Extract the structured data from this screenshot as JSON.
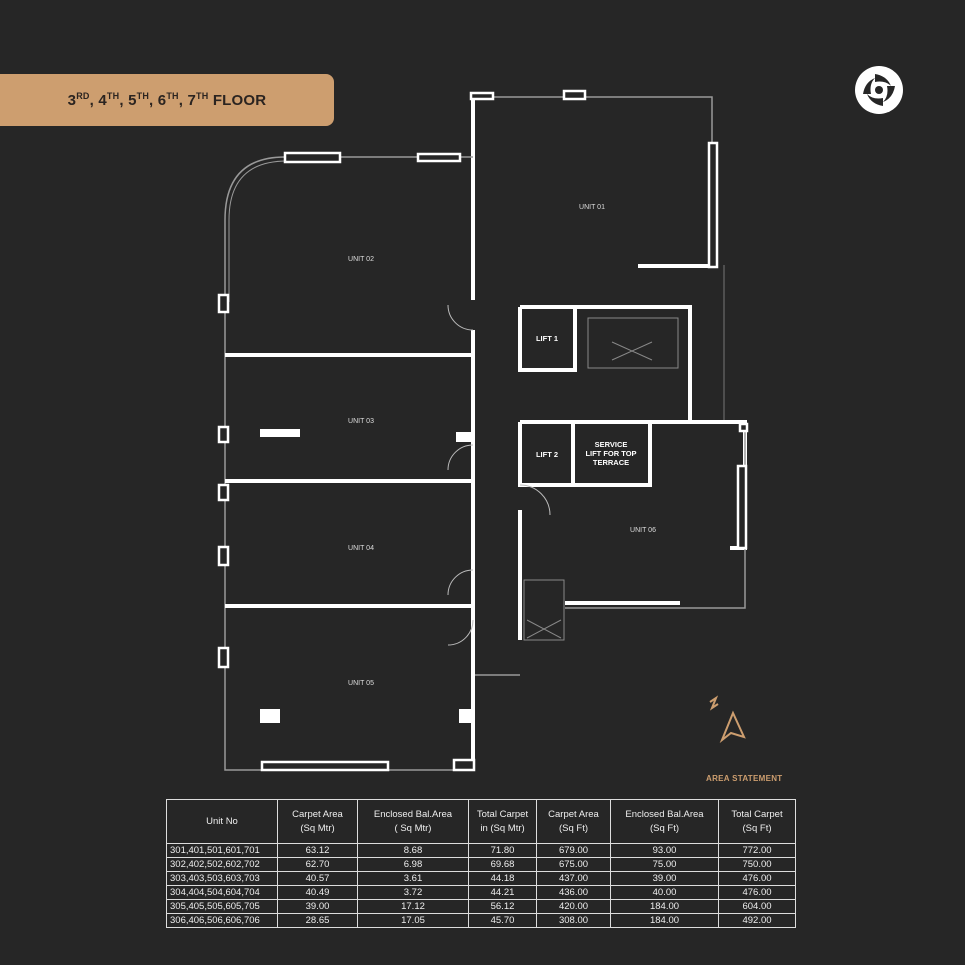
{
  "title": {
    "parts": [
      {
        "n": "3",
        "s": "RD"
      },
      {
        "n": "4",
        "s": "TH"
      },
      {
        "n": "5",
        "s": "TH"
      },
      {
        "n": "6",
        "s": "TH"
      },
      {
        "n": "7",
        "s": "TH"
      }
    ],
    "suffix": "FLOOR"
  },
  "logo": "rosette-logo",
  "plan": {
    "units": [
      "UNIT 01",
      "UNIT 02",
      "UNIT 03",
      "UNIT 04",
      "UNIT 05",
      "UNIT 06"
    ],
    "lift1": "LIFT 1",
    "lift2": "LIFT 2",
    "service_lift": [
      "SERVICE",
      "LIFT FOR TOP",
      "TERRACE"
    ],
    "compass": "north-arrow-icon"
  },
  "area_statement": {
    "title": "AREA STATEMENT",
    "headers": [
      [
        "Unit No",
        ""
      ],
      [
        "Carpet Area",
        "(Sq Mtr)"
      ],
      [
        "Enclosed Bal.Area",
        "( Sq Mtr)"
      ],
      [
        "Total Carpet",
        "in (Sq Mtr)"
      ],
      [
        "Carpet Area",
        "(Sq Ft)"
      ],
      [
        "Enclosed Bal.Area",
        "(Sq Ft)"
      ],
      [
        "Total Carpet",
        "(Sq Ft)"
      ]
    ],
    "rows": [
      [
        "301,401,501,601,701",
        "63.12",
        "8.68",
        "71.80",
        "679.00",
        "93.00",
        "772.00"
      ],
      [
        "302,402,502,602,702",
        "62.70",
        "6.98",
        "69.68",
        "675.00",
        "75.00",
        "750.00"
      ],
      [
        "303,403,503,603,703",
        "40.57",
        "3.61",
        "44.18",
        "437.00",
        "39.00",
        "476.00"
      ],
      [
        "304,404,504,604,704",
        "40.49",
        "3.72",
        "44.21",
        "436.00",
        "40.00",
        "476.00"
      ],
      [
        "305,405,505,605,705",
        "39.00",
        "17.12",
        "56.12",
        "420.00",
        "184.00",
        "604.00"
      ],
      [
        "306,406,506,606,706",
        "28.65",
        "17.05",
        "45.70",
        "308.00",
        "184.00",
        "492.00"
      ]
    ]
  },
  "colors": {
    "background": "#262626",
    "accent": "#cd9e6f",
    "walls": "#ffffff"
  }
}
